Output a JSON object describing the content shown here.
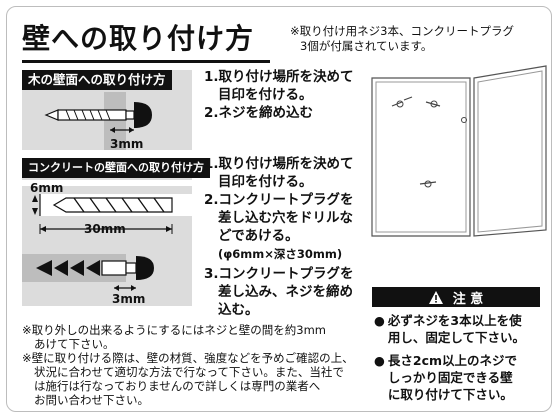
{
  "title": "壁への取り付け方",
  "top_note": [
    "※取り付け用ネジ3本、コンクリートプラグ",
    "3個が付属されています。"
  ],
  "wood_section": {
    "label": "木の壁面への取り付け方",
    "dim": "3mm",
    "steps": [
      "1.取り付け場所を決めて",
      "目印を付ける。",
      "2.ネジを締め込む"
    ]
  },
  "concrete_section": {
    "label": "コンクリートの壁面への取り付け方",
    "dim_top": "6mm",
    "dim_length": "30mm",
    "dim_bottom": "3mm",
    "steps": [
      "1.取り付け場所を決めて",
      "目印を付ける。",
      "2.コンクリートプラグを",
      "差し込む穴をドリルな",
      "どであける。",
      "(φ6mm×深さ30mm)",
      "3.コンクリートプラグを",
      "差し込み、ネジを締め",
      "込む。"
    ]
  },
  "bottom_note": [
    "※取り外しの出来るようにするにはネジと壁の間を約3mm",
    "あけて下さい。",
    "※壁に取り付ける際は、壁の材質、強度などを予めご確認の上、",
    "状況に合わせて適切な方法で行なって下さい。また、当社で",
    "は施行は行なっておりませんので詳しくは専門の業者へ",
    "お問い合わせ下さい。"
  ],
  "caution": {
    "title": "注 意",
    "icon": "warning-icon",
    "items": [
      {
        "marker": "●",
        "text": [
          "必ずネジを3本以上を使",
          "用し、固定して下さい。"
        ]
      },
      {
        "marker": "●",
        "text": [
          "長さ2cm以上のネジで",
          "しっかり固定できる壁",
          "に取り付けて下さい。"
        ]
      }
    ]
  }
}
